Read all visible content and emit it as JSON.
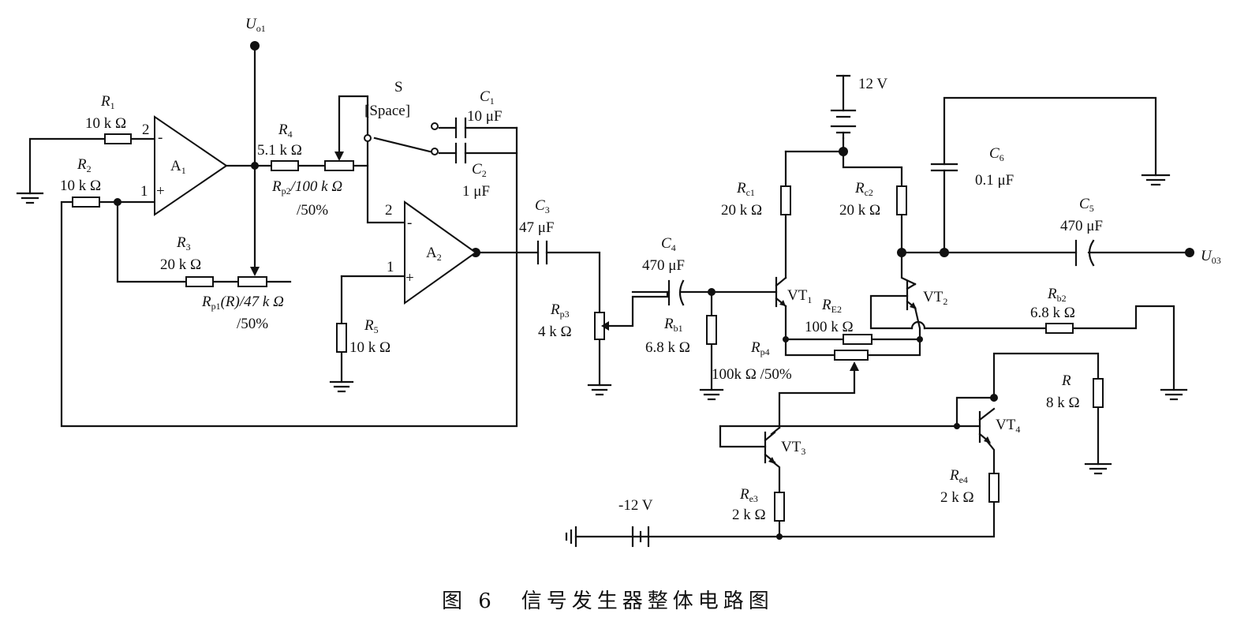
{
  "caption": "图 6　信号发生器整体电路图",
  "labels": {
    "uo1": "U",
    "uo1_sub": "o1",
    "uo3": "U",
    "uo3_sub": "03",
    "r1": "R",
    "r1_sub": "1",
    "r1_val": "10 k Ω",
    "r2": "R",
    "r2_sub": "2",
    "r2_val": "10 k Ω",
    "r3": "R",
    "r3_sub": "3",
    "r3_val": "20 k Ω",
    "r4": "R",
    "r4_sub": "4",
    "r4_val": "5.1 k Ω",
    "r5": "R",
    "r5_sub": "5",
    "r5_val": "10 k Ω",
    "rp1": "R",
    "rp1_sub": "p1",
    "rp1_val": "(R)/47 k Ω",
    "rp1_pct": "/50%",
    "rp1_inner": "R",
    "rp2": "R",
    "rp2_sub": "p2",
    "rp2_val": "/100 k Ω",
    "rp2_pct": "/50%",
    "rp3": "R",
    "rp3_sub": "p3",
    "rp3_val": "4 k Ω",
    "rp4": "R",
    "rp4_sub": "p4",
    "rp4_val": "100k Ω /50%",
    "rc1": "R",
    "rc1_sub": "c1",
    "rc1_val": "20 k Ω",
    "rc2": "R",
    "rc2_sub": "c2",
    "rc2_val": "20 k Ω",
    "rb1": "R",
    "rb1_sub": "b1",
    "rb1_val": "6.8 k Ω",
    "rb2": "R",
    "rb2_sub": "b2",
    "rb2_val": "6.8 k Ω",
    "re2": "R",
    "re2_sub": "E2",
    "re2_val": "100 k Ω",
    "re3": "R",
    "re3_sub": "e3",
    "re3_val": "2 k Ω",
    "re4": "R",
    "re4_sub": "e4",
    "re4_val": "2 k Ω",
    "r": "R",
    "r_val": "8 k Ω",
    "c1": "C",
    "c1_sub": "1",
    "c1_val": "10 μF",
    "c2": "C",
    "c2_sub": "2",
    "c2_val": "1 μF",
    "c3": "C",
    "c3_sub": "3",
    "c3_val": "47 μF",
    "c4": "C",
    "c4_sub": "4",
    "c4_val": "470 μF",
    "c5": "C",
    "c5_sub": "5",
    "c5_val": "470 μF",
    "c6": "C",
    "c6_sub": "6",
    "c6_val": "0.1 μF",
    "a1": "A",
    "a1_sub": "1",
    "a2": "A",
    "a2_sub": "2",
    "vt1": "VT",
    "vt1_sub": "1",
    "vt2": "VT",
    "vt2_sub": "2",
    "vt3": "VT",
    "vt3_sub": "3",
    "vt4": "VT",
    "vt4_sub": "4",
    "switch": "S",
    "switch_key": "[Space]",
    "vpos": "12 V",
    "vneg": "-12 V",
    "pin2": "2",
    "pin1": "1",
    "a2pin2": "2",
    "a2pin1": "1",
    "minus": "-",
    "plus": "+",
    "a2minus": "-",
    "a2plus": "+"
  }
}
